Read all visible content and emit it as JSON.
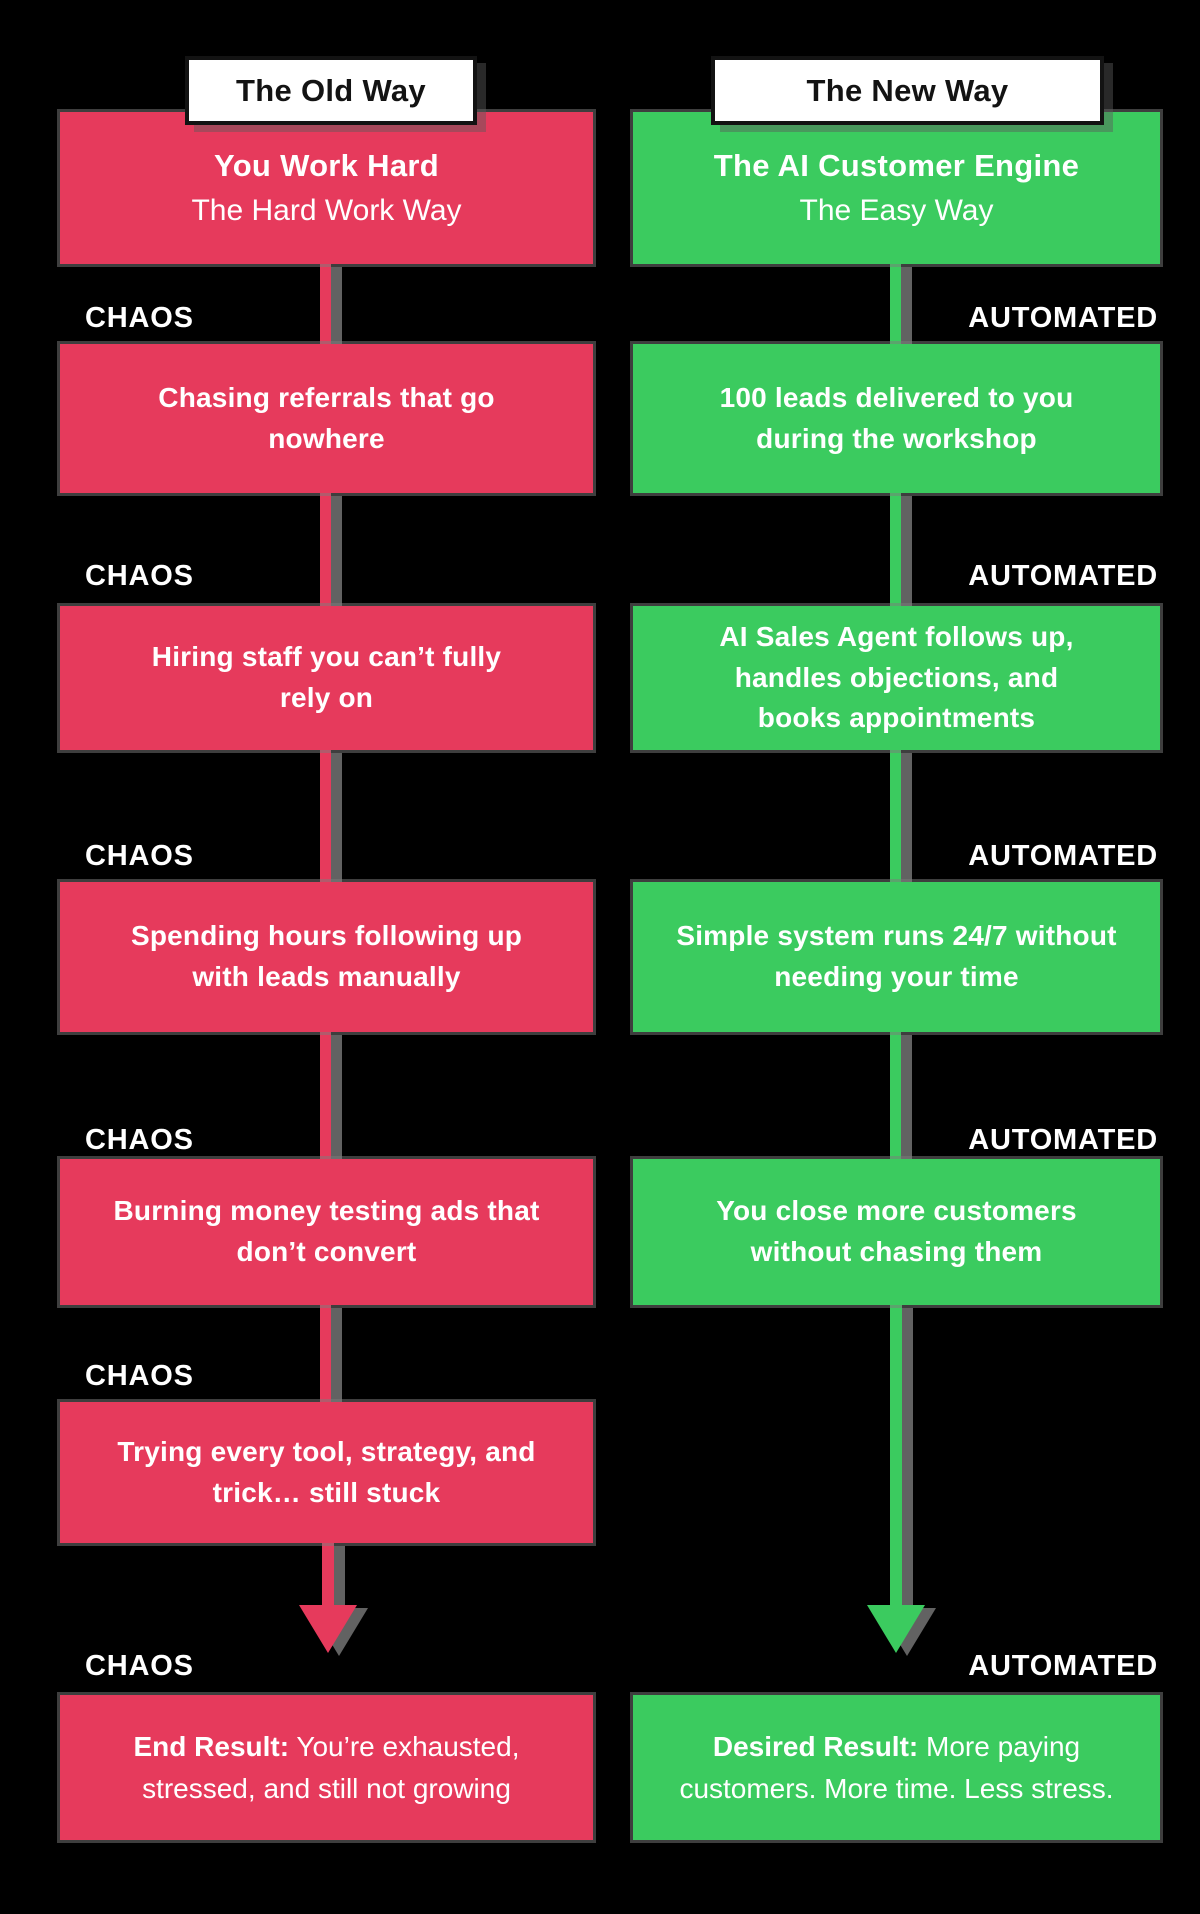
{
  "palette": {
    "red": "#E63A5C",
    "green": "#3BCB5F",
    "shadow_gray": "#7C7C7C",
    "background": "#000000",
    "box_text": "#FFFFFF",
    "header_text": "#131313"
  },
  "left_column": {
    "header": "The Old Way",
    "label": "CHAOS",
    "intro": {
      "title": "You Work Hard",
      "subtitle": "The Hard Work Way"
    },
    "steps": [
      "Chasing referrals that go\nnowhere",
      "Hiring staff you can’t fully\nrely on",
      "Spending hours following up\nwith leads manually",
      "Burning money testing ads that\ndon’t convert",
      "Trying every tool, strategy, and\ntrick… still stuck"
    ],
    "result": {
      "lead": "End Result:",
      "line1": "You’re exhausted,",
      "line2": "stressed, and still not growing"
    }
  },
  "right_column": {
    "header": "The New Way",
    "label": "AUTOMATED",
    "intro": {
      "title": "The AI Customer Engine",
      "subtitle": "The Easy Way"
    },
    "steps": [
      "100 leads delivered to you\nduring the workshop",
      "AI Sales Agent follows up,\nhandles objections, and\nbooks appointments",
      "Simple system runs 24/7 without\nneeding your time",
      "You close more customers\nwithout chasing them"
    ],
    "result": {
      "lead": "Desired Result:",
      "line1": "More paying",
      "line2": "customers. More time. Less stress."
    }
  }
}
